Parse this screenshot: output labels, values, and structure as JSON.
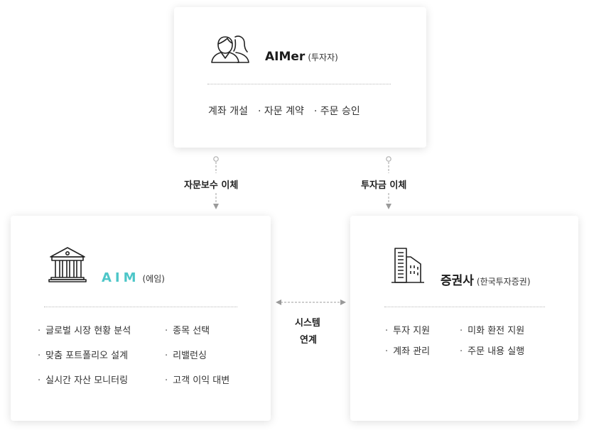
{
  "investor": {
    "name": "AIMer",
    "role": "(투자자)",
    "duties": [
      "계좌 개설",
      "· 자문 계약",
      "· 주문 승인"
    ],
    "icon": "people-icon"
  },
  "aim": {
    "name": "AIM",
    "role": "(에임)",
    "icon": "bank-icon",
    "services_col1": [
      "글로벌 시장 현황 분석",
      "맞춤 포트폴리오 설계",
      "실시간 자산 모니터링"
    ],
    "services_col2": [
      "종목 선택",
      "리밸런싱",
      "고객 이익 대변"
    ]
  },
  "broker": {
    "name": "증권사",
    "role": "(한국투자증권)",
    "icon": "building-icon",
    "services_col1": [
      "투자 지원",
      "계좌 관리"
    ],
    "services_col2": [
      "미화 환전 지원",
      "주문 내용 실행"
    ]
  },
  "connections": {
    "fee_transfer": "자문보수 이체",
    "fund_transfer": "투자금 이체",
    "system_line1": "시스템",
    "system_line2": "연계"
  },
  "colors": {
    "accent": "#4dc6c8",
    "connector": "#b5b5b5"
  }
}
